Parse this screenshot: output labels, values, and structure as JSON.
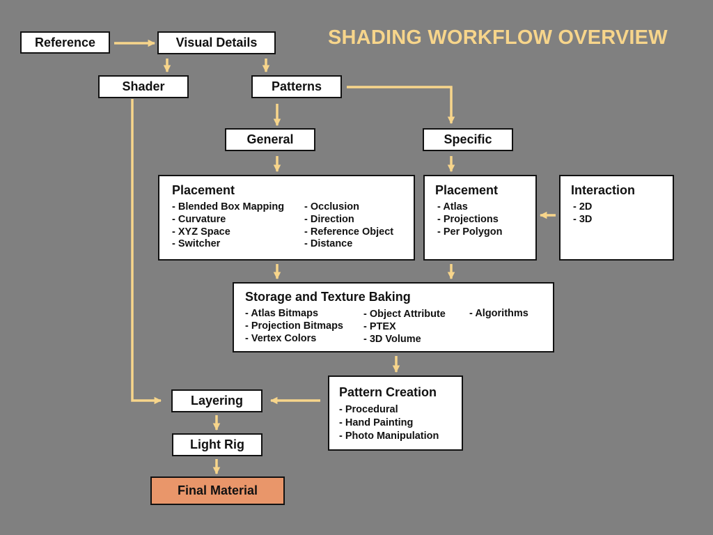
{
  "title": "SHADING WORKFLOW OVERVIEW",
  "colors": {
    "background": "#808080",
    "arrow": "#f7d58b",
    "title": "#f7d58b",
    "final": "#e9966a"
  },
  "nodes": {
    "reference": "Reference",
    "visual_details": "Visual Details",
    "shader": "Shader",
    "patterns": "Patterns",
    "general": "General",
    "specific": "Specific",
    "placement_general": {
      "title": "Placement",
      "col1": [
        "- Blended Box Mapping",
        "- Curvature",
        "- XYZ Space",
        "- Switcher"
      ],
      "col2": [
        "- Occlusion",
        "- Direction",
        "- Reference Object",
        "- Distance"
      ]
    },
    "placement_specific": {
      "title": "Placement",
      "items": [
        "- Atlas",
        "- Projections",
        "- Per Polygon"
      ]
    },
    "interaction": {
      "title": "Interaction",
      "items": [
        "- 2D",
        "- 3D"
      ]
    },
    "storage": {
      "title": "Storage and Texture Baking",
      "col1": [
        "- Atlas Bitmaps",
        "- Projection Bitmaps",
        "- Vertex Colors"
      ],
      "col2": [
        "- Object Attribute",
        "- PTEX",
        "- 3D Volume"
      ],
      "col3": [
        "- Algorithms"
      ]
    },
    "pattern_creation": {
      "title": "Pattern Creation",
      "items": [
        "- Procedural",
        "- Hand Painting",
        "- Photo Manipulation"
      ]
    },
    "layering": "Layering",
    "light_rig": "Light Rig",
    "final_material": "Final Material"
  }
}
